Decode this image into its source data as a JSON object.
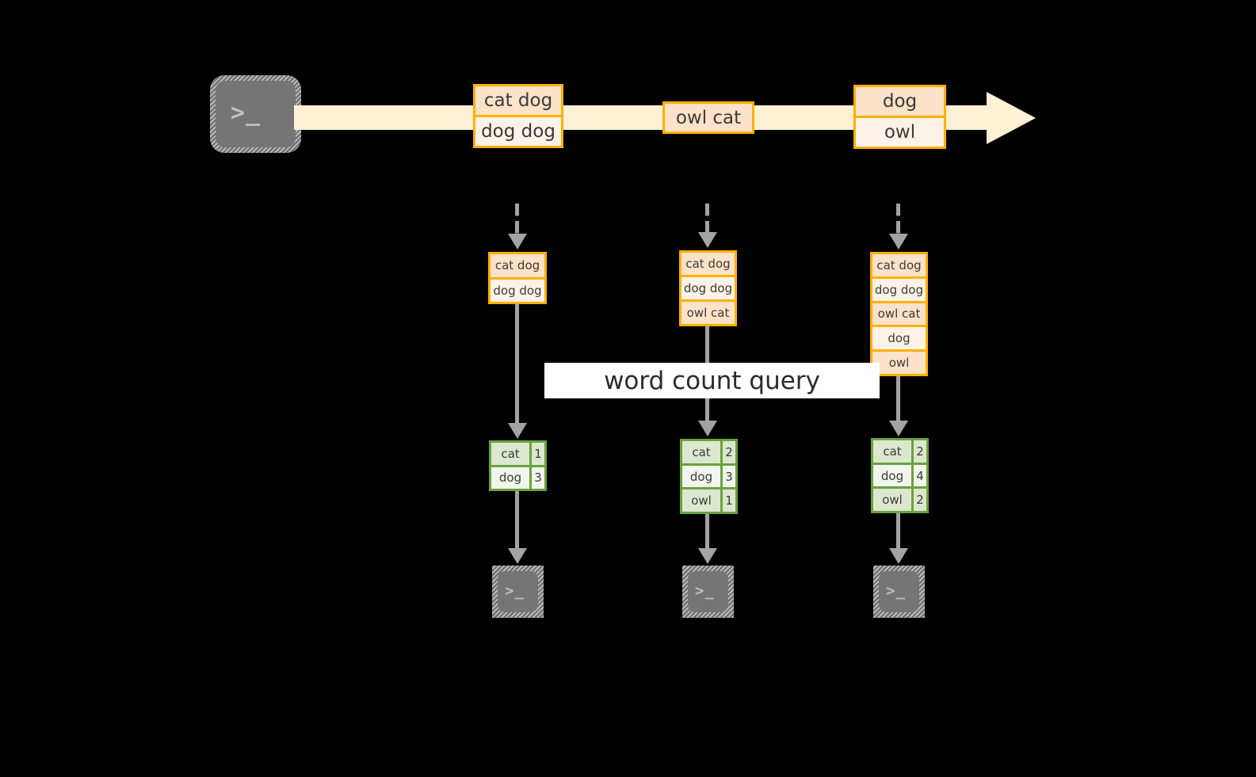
{
  "diagram": {
    "title_label": "word count query",
    "colors": {
      "background": "#000000",
      "stream_band": "#FDF0D5",
      "record_border": "#FFB000",
      "record_fill_dark": "#FCE2C8",
      "record_fill_light": "#FDF2E7",
      "result_border": "#6AA33C",
      "result_fill_dark": "#DCE7CF",
      "result_fill_light": "#F1F5ED",
      "connector": "#A3A3A3",
      "terminal_fill": "#757575",
      "label_background": "#FFFFFF"
    },
    "producer_terminal": {
      "icon": "terminal-prompt-icon",
      "glyph": ">_"
    },
    "stream": {
      "records": [
        {
          "lines": [
            "cat dog",
            "dog dog"
          ]
        },
        {
          "lines": [
            "owl cat"
          ]
        },
        {
          "lines": [
            "dog",
            "owl"
          ]
        }
      ]
    },
    "snapshots": [
      {
        "accumulated": [
          "cat dog",
          "dog dog"
        ],
        "result": {
          "rows": [
            {
              "word": "cat",
              "count": "1"
            },
            {
              "word": "dog",
              "count": "3"
            }
          ]
        },
        "consumer_terminal": {
          "icon": "terminal-prompt-icon",
          "glyph": ">_"
        }
      },
      {
        "accumulated": [
          "cat dog",
          "dog dog",
          "owl cat"
        ],
        "result": {
          "rows": [
            {
              "word": "cat",
              "count": "2"
            },
            {
              "word": "dog",
              "count": "3"
            },
            {
              "word": "owl",
              "count": "1"
            }
          ]
        },
        "consumer_terminal": {
          "icon": "terminal-prompt-icon",
          "glyph": ">_"
        }
      },
      {
        "accumulated": [
          "cat dog",
          "dog dog",
          "owl cat",
          "dog",
          "owl"
        ],
        "result": {
          "rows": [
            {
              "word": "cat",
              "count": "2"
            },
            {
              "word": "dog",
              "count": "4"
            },
            {
              "word": "owl",
              "count": "2"
            }
          ]
        },
        "consumer_terminal": {
          "icon": "terminal-prompt-icon",
          "glyph": ">_"
        }
      }
    ]
  }
}
